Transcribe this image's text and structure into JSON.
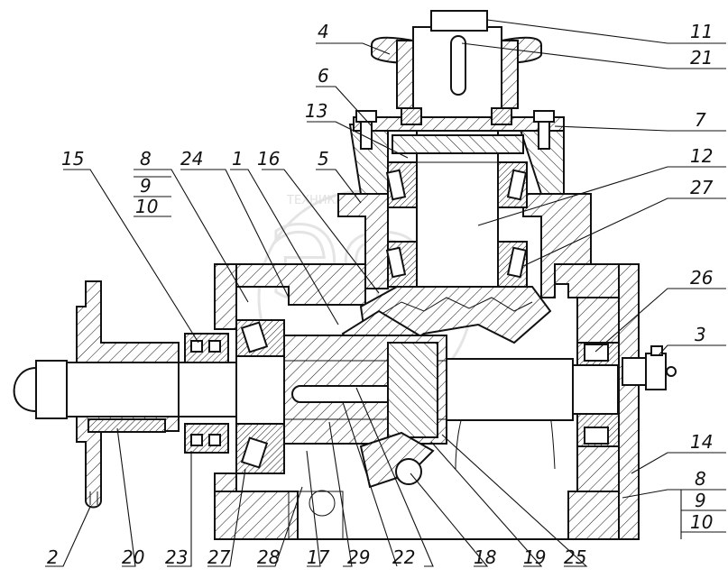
{
  "drawing": {
    "watermark_text": "ТЕХНИКА И ЗАПЧАСТИ",
    "watermark_logo": "ЭФ",
    "callouts": [
      "1",
      "2",
      "3",
      "4",
      "5",
      "6",
      "7",
      "8",
      "9",
      "10",
      "11",
      "12",
      "13",
      "14",
      "15",
      "16",
      "17",
      "18",
      "19",
      "20",
      "21",
      "22",
      "23",
      "24",
      "25",
      "26",
      "27",
      "28",
      "29"
    ],
    "stacked_callouts": {
      "left": [
        "8",
        "9",
        "10"
      ],
      "right": [
        "8",
        "9",
        "10"
      ]
    },
    "colors": {
      "ink": "#111111",
      "hatch": "#111111",
      "paper": "#ffffff",
      "watermark": "#c9c9c9"
    }
  }
}
